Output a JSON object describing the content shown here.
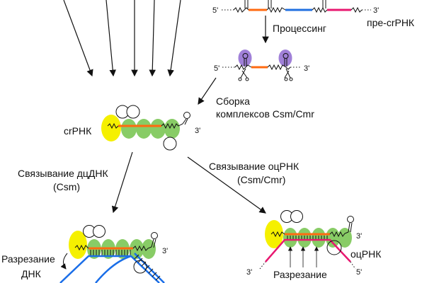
{
  "labels": {
    "five_prime": "5'",
    "three_prime": "3'",
    "processing": "Процессинг",
    "pre_crrna": "пре-crРНК",
    "assembly_line1": "Сборка",
    "assembly_line2": "комплексов Csm/Cmr",
    "crrna": "crРНК",
    "dsdna_binding_line1": "Связывание дцДНК",
    "dsdna_binding_line2": "(Csm)",
    "ssrna_binding_line1": "Связывание оцРНК",
    "ssrna_binding_line2": "(Csm/Cmr)",
    "dna_cleavage_line1": "Разрезание",
    "dna_cleavage_line2": "ДНК",
    "ssrna": "оцРНК",
    "rna_cleavage_line1": "Разрезание"
  },
  "colors": {
    "cas6": "#a080d8",
    "cas10": "#f5f000",
    "csm3": "#88cc66",
    "spacer1": "#ff6a10",
    "spacer2": "#2070e0",
    "spacer3": "#e81870",
    "dna": "#1a6ee8",
    "target_rna": "#e81870"
  }
}
